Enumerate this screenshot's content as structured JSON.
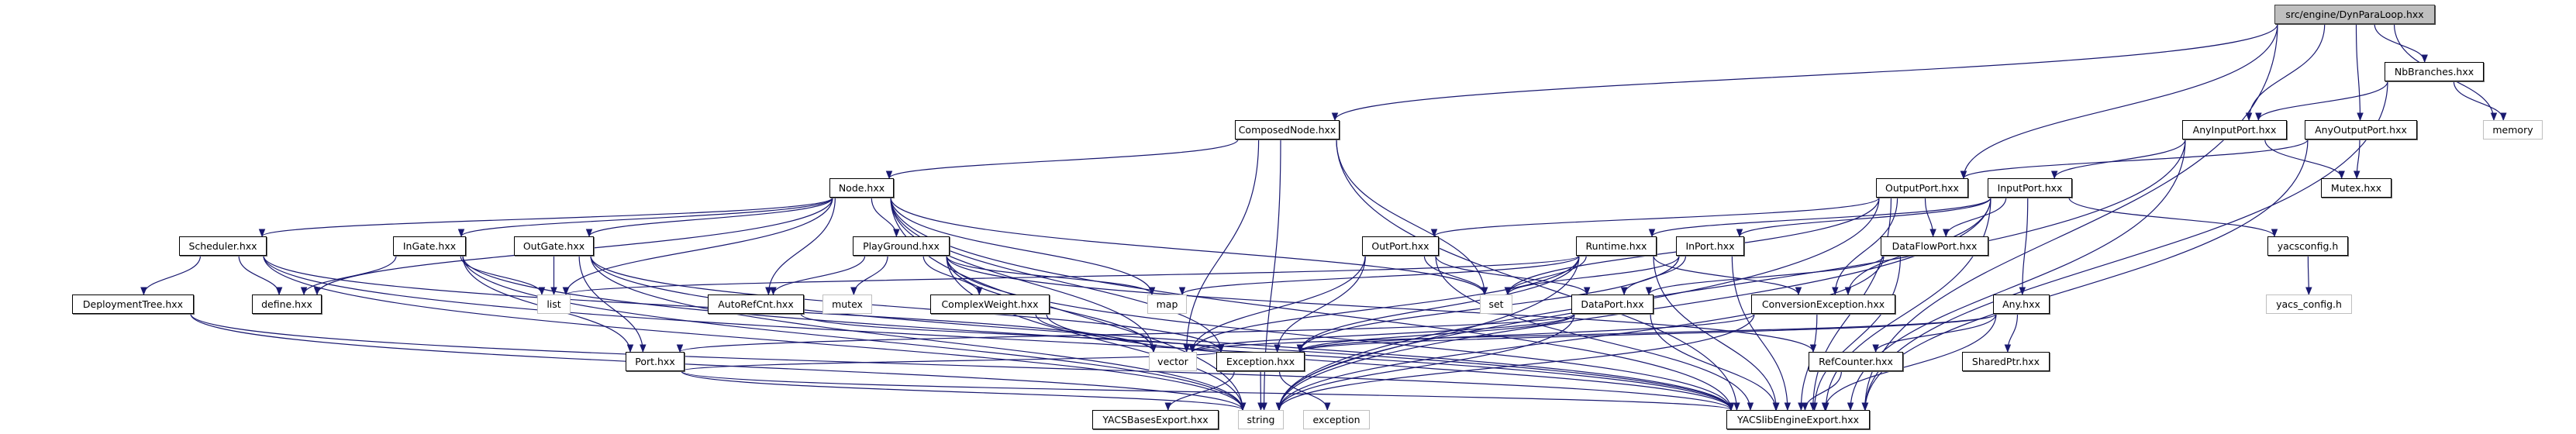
{
  "edge_color": "#191970",
  "nodes": [
    {
      "id": "root",
      "label": "src/engine/DynParaLoop.hxx",
      "kind": "root"
    },
    {
      "id": "NbBranches",
      "label": "NbBranches.hxx",
      "kind": "local"
    },
    {
      "id": "AnyInputPort",
      "label": "AnyInputPort.hxx",
      "kind": "local"
    },
    {
      "id": "AnyOutputPort",
      "label": "AnyOutputPort.hxx",
      "kind": "local"
    },
    {
      "id": "memory",
      "label": "memory",
      "kind": "external"
    },
    {
      "id": "ComposedNode",
      "label": "ComposedNode.hxx",
      "kind": "local"
    },
    {
      "id": "Node",
      "label": "Node.hxx",
      "kind": "local"
    },
    {
      "id": "OutputPort",
      "label": "OutputPort.hxx",
      "kind": "local"
    },
    {
      "id": "InputPort",
      "label": "InputPort.hxx",
      "kind": "local"
    },
    {
      "id": "Mutex",
      "label": "Mutex.hxx",
      "kind": "local"
    },
    {
      "id": "Scheduler",
      "label": "Scheduler.hxx",
      "kind": "local"
    },
    {
      "id": "InGate",
      "label": "InGate.hxx",
      "kind": "local"
    },
    {
      "id": "OutGate",
      "label": "OutGate.hxx",
      "kind": "local"
    },
    {
      "id": "PlayGround",
      "label": "PlayGround.hxx",
      "kind": "local"
    },
    {
      "id": "OutPort",
      "label": "OutPort.hxx",
      "kind": "local"
    },
    {
      "id": "Runtime",
      "label": "Runtime.hxx",
      "kind": "local"
    },
    {
      "id": "InPort",
      "label": "InPort.hxx",
      "kind": "local"
    },
    {
      "id": "DataFlowPort",
      "label": "DataFlowPort.hxx",
      "kind": "local"
    },
    {
      "id": "yacsconfig",
      "label": "yacsconfig.h",
      "kind": "local"
    },
    {
      "id": "DeploymentTree",
      "label": "DeploymentTree.hxx",
      "kind": "local"
    },
    {
      "id": "define",
      "label": "define.hxx",
      "kind": "local"
    },
    {
      "id": "list",
      "label": "list",
      "kind": "external"
    },
    {
      "id": "AutoRefCnt",
      "label": "AutoRefCnt.hxx",
      "kind": "local"
    },
    {
      "id": "mutex",
      "label": "mutex",
      "kind": "external"
    },
    {
      "id": "ComplexWeight",
      "label": "ComplexWeight.hxx",
      "kind": "local"
    },
    {
      "id": "map",
      "label": "map",
      "kind": "external"
    },
    {
      "id": "set",
      "label": "set",
      "kind": "external"
    },
    {
      "id": "DataPort",
      "label": "DataPort.hxx",
      "kind": "local"
    },
    {
      "id": "ConversionException",
      "label": "ConversionException.hxx",
      "kind": "local"
    },
    {
      "id": "Any",
      "label": "Any.hxx",
      "kind": "local"
    },
    {
      "id": "yacs_config",
      "label": "yacs_config.h",
      "kind": "external"
    },
    {
      "id": "Port",
      "label": "Port.hxx",
      "kind": "local"
    },
    {
      "id": "vector",
      "label": "vector",
      "kind": "external"
    },
    {
      "id": "Exception",
      "label": "Exception.hxx",
      "kind": "local"
    },
    {
      "id": "RefCounter",
      "label": "RefCounter.hxx",
      "kind": "local"
    },
    {
      "id": "SharedPtr",
      "label": "SharedPtr.hxx",
      "kind": "local"
    },
    {
      "id": "YACSBasesExport",
      "label": "YACSBasesExport.hxx",
      "kind": "local"
    },
    {
      "id": "string",
      "label": "string",
      "kind": "external"
    },
    {
      "id": "exception",
      "label": "exception",
      "kind": "external"
    },
    {
      "id": "YACSlibEngineExport",
      "label": "YACSlibEngineExport.hxx",
      "kind": "local"
    }
  ],
  "edges": [
    [
      "root",
      "ComposedNode"
    ],
    [
      "root",
      "OutputPort"
    ],
    [
      "root",
      "AnyInputPort"
    ],
    [
      "root",
      "AnyOutputPort"
    ],
    [
      "root",
      "NbBranches"
    ],
    [
      "root",
      "memory"
    ],
    [
      "root",
      "YACSlibEngineExport"
    ],
    [
      "NbBranches",
      "AnyInputPort"
    ],
    [
      "NbBranches",
      "memory"
    ],
    [
      "NbBranches",
      "YACSlibEngineExport"
    ],
    [
      "AnyInputPort",
      "InputPort"
    ],
    [
      "AnyInputPort",
      "Mutex"
    ],
    [
      "AnyInputPort",
      "string"
    ],
    [
      "AnyInputPort",
      "YACSlibEngineExport"
    ],
    [
      "AnyOutputPort",
      "OutputPort"
    ],
    [
      "AnyOutputPort",
      "Mutex"
    ],
    [
      "AnyOutputPort",
      "YACSlibEngineExport"
    ],
    [
      "ComposedNode",
      "Node"
    ],
    [
      "ComposedNode",
      "set"
    ],
    [
      "ComposedNode",
      "vector"
    ],
    [
      "ComposedNode",
      "string"
    ],
    [
      "ComposedNode",
      "YACSlibEngineExport"
    ],
    [
      "Node",
      "Scheduler"
    ],
    [
      "Node",
      "InGate"
    ],
    [
      "Node",
      "OutGate"
    ],
    [
      "Node",
      "PlayGround"
    ],
    [
      "Node",
      "define"
    ],
    [
      "Node",
      "AutoRefCnt"
    ],
    [
      "Node",
      "map"
    ],
    [
      "Node",
      "set"
    ],
    [
      "Node",
      "list"
    ],
    [
      "Node",
      "vector"
    ],
    [
      "Node",
      "string"
    ],
    [
      "Node",
      "Exception"
    ],
    [
      "Node",
      "YACSlibEngineExport"
    ],
    [
      "Scheduler",
      "DeploymentTree"
    ],
    [
      "Scheduler",
      "define"
    ],
    [
      "Scheduler",
      "vector"
    ],
    [
      "Scheduler",
      "string"
    ],
    [
      "Scheduler",
      "YACSlibEngineExport"
    ],
    [
      "InGate",
      "define"
    ],
    [
      "InGate",
      "list"
    ],
    [
      "InGate",
      "Port"
    ],
    [
      "InGate",
      "string"
    ],
    [
      "InGate",
      "YACSlibEngineExport"
    ],
    [
      "OutGate",
      "list"
    ],
    [
      "OutGate",
      "Port"
    ],
    [
      "OutGate",
      "Exception"
    ],
    [
      "OutGate",
      "string"
    ],
    [
      "OutGate",
      "YACSlibEngineExport"
    ],
    [
      "PlayGround",
      "AutoRefCnt"
    ],
    [
      "PlayGround",
      "mutex"
    ],
    [
      "PlayGround",
      "ComplexWeight"
    ],
    [
      "PlayGround",
      "map"
    ],
    [
      "PlayGround",
      "vector"
    ],
    [
      "PlayGround",
      "string"
    ],
    [
      "PlayGround",
      "RefCounter"
    ],
    [
      "PlayGround",
      "YACSlibEngineExport"
    ],
    [
      "DeploymentTree",
      "string"
    ],
    [
      "DeploymentTree",
      "YACSlibEngineExport"
    ],
    [
      "AutoRefCnt",
      "Exception"
    ],
    [
      "ComplexWeight",
      "vector"
    ],
    [
      "ComplexWeight",
      "YACSlibEngineExport"
    ],
    [
      "Port",
      "Exception"
    ],
    [
      "Port",
      "string"
    ],
    [
      "Port",
      "YACSlibEngineExport"
    ],
    [
      "OutputPort",
      "OutPort"
    ],
    [
      "OutputPort",
      "DataFlowPort"
    ],
    [
      "OutputPort",
      "ConversionException"
    ],
    [
      "OutputPort",
      "set"
    ],
    [
      "OutputPort",
      "string"
    ],
    [
      "OutputPort",
      "YACSlibEngineExport"
    ],
    [
      "InputPort",
      "InPort"
    ],
    [
      "InputPort",
      "Runtime"
    ],
    [
      "InputPort",
      "DataFlowPort"
    ],
    [
      "InputPort",
      "ConversionException"
    ],
    [
      "InputPort",
      "Any"
    ],
    [
      "InputPort",
      "yacsconfig"
    ],
    [
      "InputPort",
      "string"
    ],
    [
      "InputPort",
      "YACSlibEngineExport"
    ],
    [
      "OutPort",
      "DataPort"
    ],
    [
      "OutPort",
      "Exception"
    ],
    [
      "OutPort",
      "set"
    ],
    [
      "OutPort",
      "vector"
    ],
    [
      "OutPort",
      "YACSlibEngineExport"
    ],
    [
      "Runtime",
      "list"
    ],
    [
      "Runtime",
      "map"
    ],
    [
      "Runtime",
      "set"
    ],
    [
      "Runtime",
      "vector"
    ],
    [
      "Runtime",
      "string"
    ],
    [
      "Runtime",
      "ConversionException"
    ],
    [
      "Runtime",
      "Exception"
    ],
    [
      "Runtime",
      "YACSlibEngineExport"
    ],
    [
      "InPort",
      "DataPort"
    ],
    [
      "InPort",
      "set"
    ],
    [
      "InPort",
      "Exception"
    ],
    [
      "InPort",
      "YACSlibEngineExport"
    ],
    [
      "DataFlowPort",
      "DataPort"
    ],
    [
      "DataFlowPort",
      "string"
    ],
    [
      "DataFlowPort",
      "YACSlibEngineExport"
    ],
    [
      "DataPort",
      "Port"
    ],
    [
      "DataPort",
      "Exception"
    ],
    [
      "DataPort",
      "vector"
    ],
    [
      "DataPort",
      "string"
    ],
    [
      "DataPort",
      "YACSlibEngineExport"
    ],
    [
      "ConversionException",
      "Exception"
    ],
    [
      "ConversionException",
      "string"
    ],
    [
      "ConversionException",
      "YACSlibEngineExport"
    ],
    [
      "Any",
      "SharedPtr"
    ],
    [
      "Any",
      "RefCounter"
    ],
    [
      "Any",
      "Exception"
    ],
    [
      "Any",
      "vector"
    ],
    [
      "Any",
      "YACSlibEngineExport"
    ],
    [
      "RefCounter",
      "YACSlibEngineExport"
    ],
    [
      "Exception",
      "YACSBasesExport"
    ],
    [
      "Exception",
      "string"
    ],
    [
      "Exception",
      "exception"
    ],
    [
      "yacsconfig",
      "yacs_config"
    ]
  ]
}
